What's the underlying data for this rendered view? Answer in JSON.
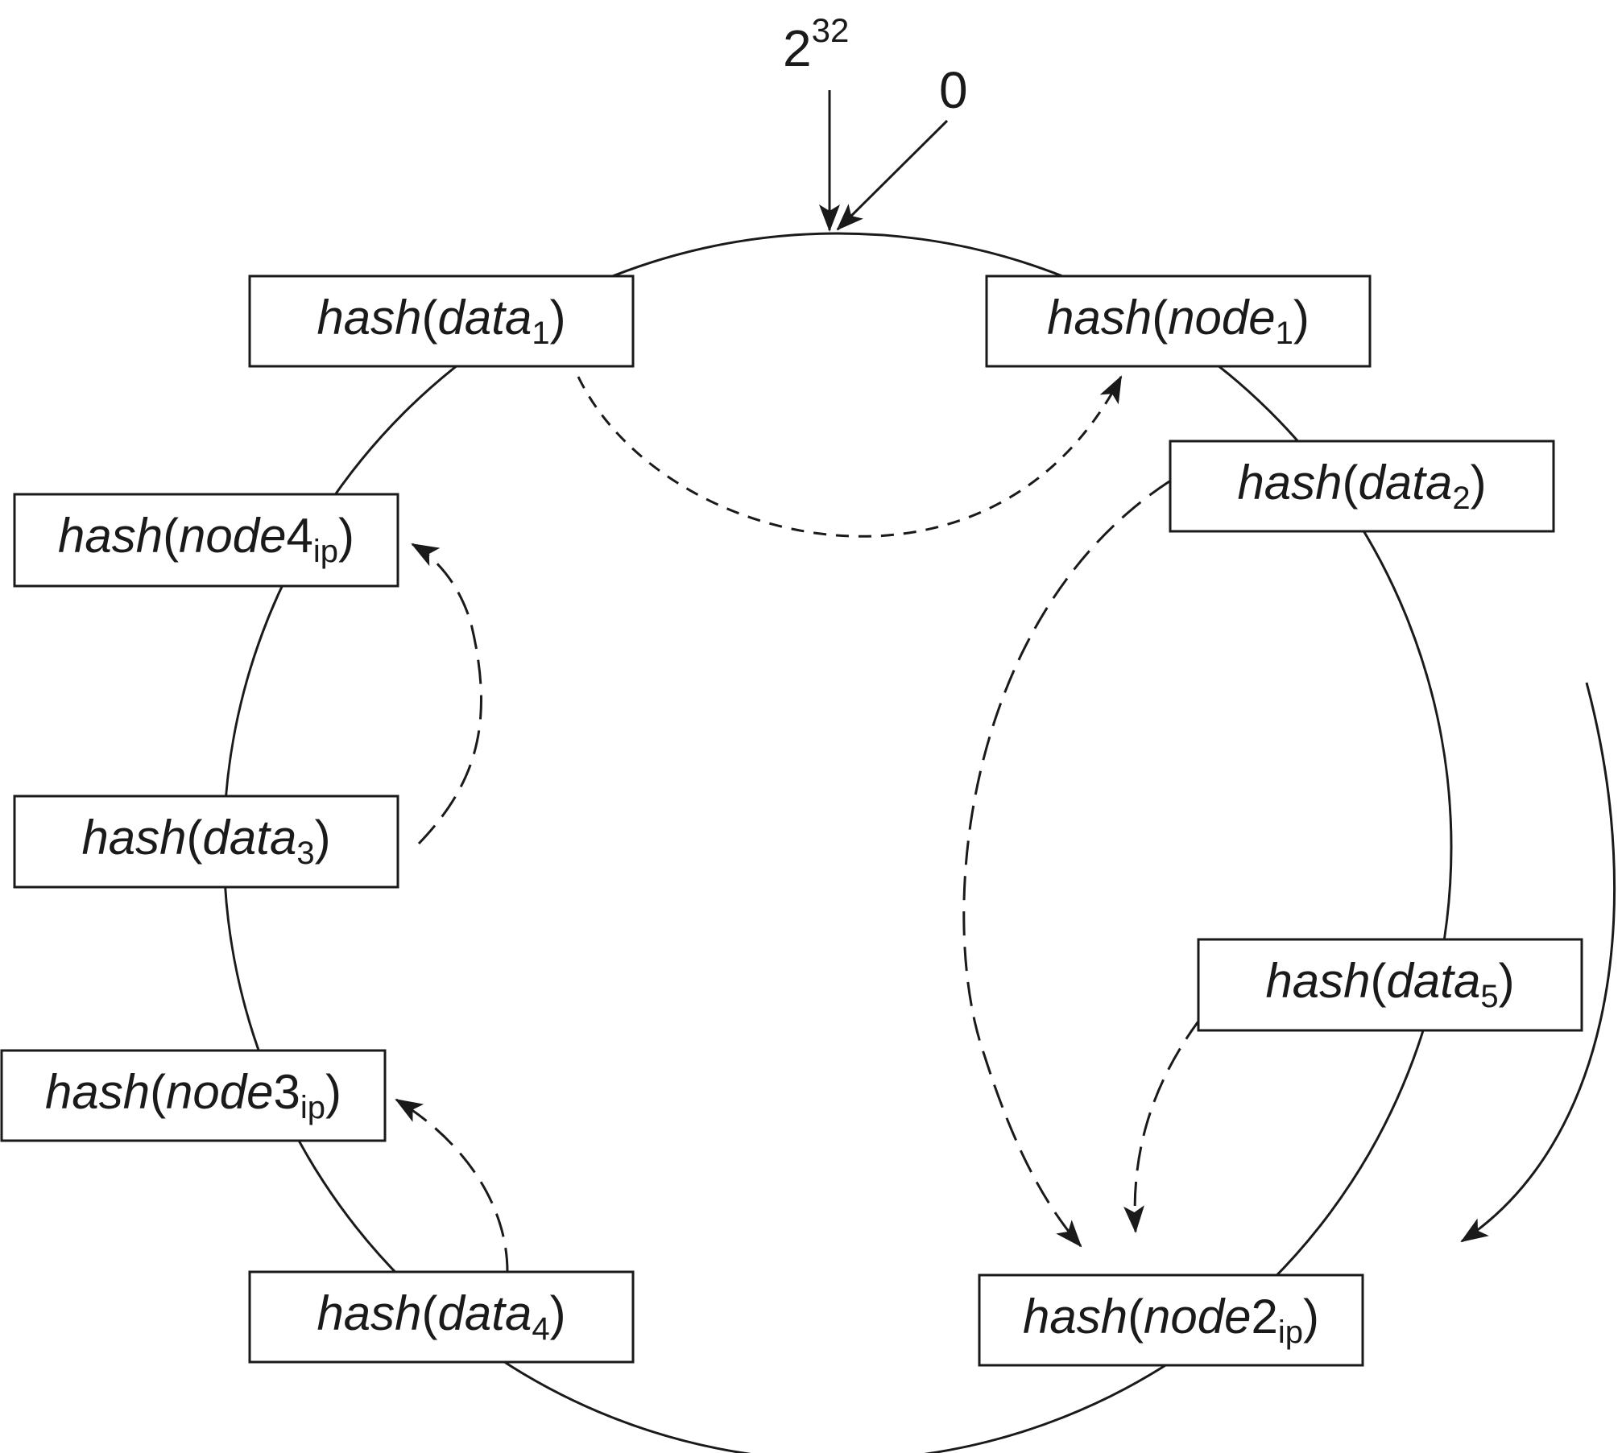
{
  "ring": {
    "top_marker": {
      "base": "2",
      "exp": "32"
    },
    "zero_marker": "0"
  },
  "boxes": {
    "data1": {
      "fn": "hash",
      "open": "(",
      "arg": "data",
      "sub": "1",
      "close": ")"
    },
    "node1": {
      "fn": "hash",
      "open": "(",
      "arg": "node",
      "sub": "1",
      "close": ")"
    },
    "data2": {
      "fn": "hash",
      "open": "(",
      "arg": "data",
      "sub": "2",
      "close": ")"
    },
    "node4": {
      "fn": "hash",
      "open": "(",
      "arg": "node",
      "num": "4",
      "sub": "ip",
      "close": ")"
    },
    "data3": {
      "fn": "hash",
      "open": "(",
      "arg": "data",
      "sub": "3",
      "close": ")"
    },
    "data5": {
      "fn": "hash",
      "open": "(",
      "arg": "data",
      "sub": "5",
      "close": ")"
    },
    "node3": {
      "fn": "hash",
      "open": "(",
      "arg": "node",
      "num": "3",
      "sub": "ip",
      "close": ")"
    },
    "data4": {
      "fn": "hash",
      "open": "(",
      "arg": "data",
      "sub": "4",
      "close": ")"
    },
    "node2": {
      "fn": "hash",
      "open": "(",
      "arg": "node",
      "num": "2",
      "sub": "ip",
      "close": ")"
    }
  }
}
